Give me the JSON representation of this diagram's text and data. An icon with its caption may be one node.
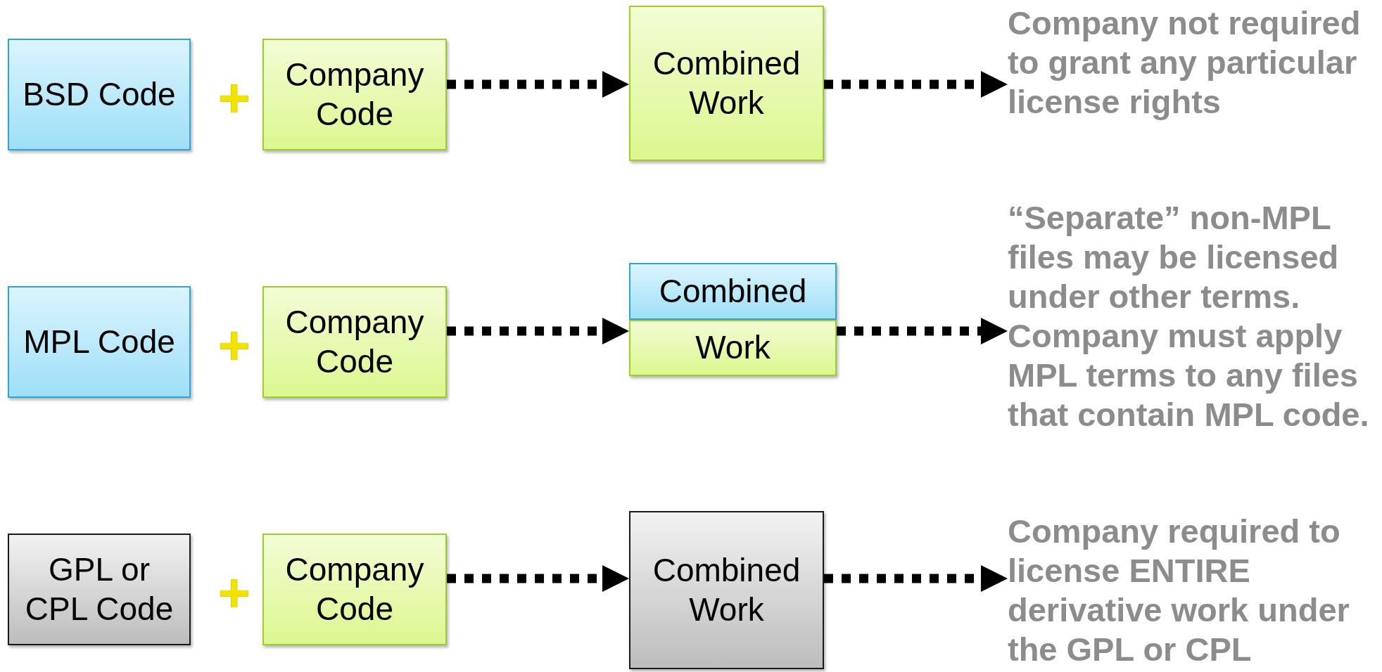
{
  "diagram": {
    "nodes": [
      {
        "text": [
          "BSD Code"
        ]
      },
      {
        "text": [
          "Company Code"
        ]
      },
      {
        "text": [
          "Combined Work"
        ]
      },
      {
        "text": [
          "Company not required to grant any particular license rights"
        ]
      },
      {
        "text": [
          "MPL Code"
        ]
      },
      {
        "text": [
          "Company Code"
        ]
      },
      {
        "text": [
          "Combined"
        ]
      },
      {
        "text": [
          "Work"
        ]
      },
      {
        "text": [
          "“Separate” non-MPL files may be licensed under other terms. Company must apply MPL terms to any files that contain MPL code."
        ]
      },
      {
        "text": [
          "GPL or CPL Code"
        ]
      },
      {
        "text": [
          "Company Code"
        ]
      },
      {
        "text": [
          "Combined Work"
        ]
      },
      {
        "text": [
          "Company required to license ENTIRE derivative work under the GPL or CPL"
        ]
      }
    ],
    "edges": [
      {
        "from": 1,
        "to": 2,
        "arrow": "to"
      },
      {
        "from": 2,
        "to": 3,
        "arrow": "to"
      },
      {
        "from": 5,
        "to": 7,
        "arrow": "to"
      },
      {
        "from": 7,
        "to": 8,
        "arrow": "to"
      },
      {
        "from": 10,
        "to": 11,
        "arrow": "to"
      },
      {
        "from": 11,
        "to": 12,
        "arrow": "to"
      }
    ],
    "labels": [
      "+",
      "+",
      "+"
    ]
  }
}
